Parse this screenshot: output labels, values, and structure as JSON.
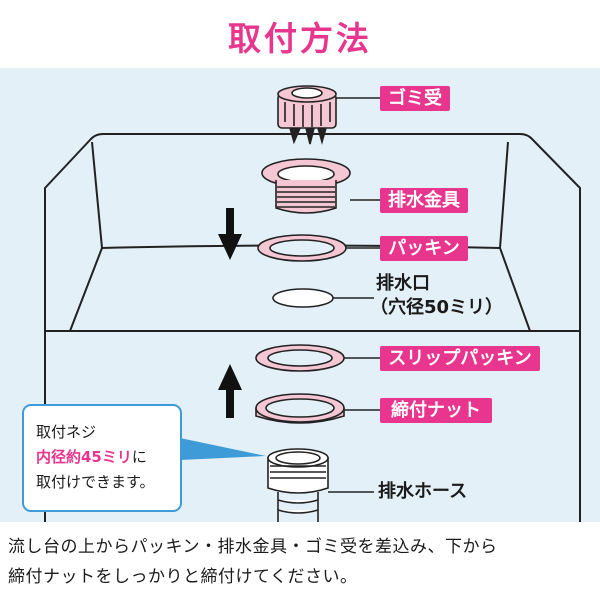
{
  "title": "取付方法",
  "colors": {
    "accent_pink": "#e8368f",
    "panel_blue": "#e3f0f8",
    "note_blue": "#3f9ad8",
    "part_pink": "#f5c6d3"
  },
  "labels": {
    "strainer": "ゴミ受",
    "drain_fitting": "排水金具",
    "packing": "パッキン",
    "drain_hole_line1": "排水口",
    "drain_hole_line2": "（穴径50ミリ）",
    "slip_packing": "スリップパッキン",
    "tightening_nut": "締付ナット",
    "drain_hose": "排水ホース"
  },
  "note": {
    "line1": "取付ネジ",
    "line2": "内径約45ミリ",
    "line2_suffix": "に",
    "line3": "取付けできます。"
  },
  "instructions": {
    "line1": "流し台の上からパッキン・排水金具・ゴミ受を差込み、下から",
    "line2": "締付ナットをしっかりと締付けてください。"
  },
  "icons": {
    "down_arrow": "arrow-down-icon",
    "up_arrow": "arrow-up-icon"
  }
}
